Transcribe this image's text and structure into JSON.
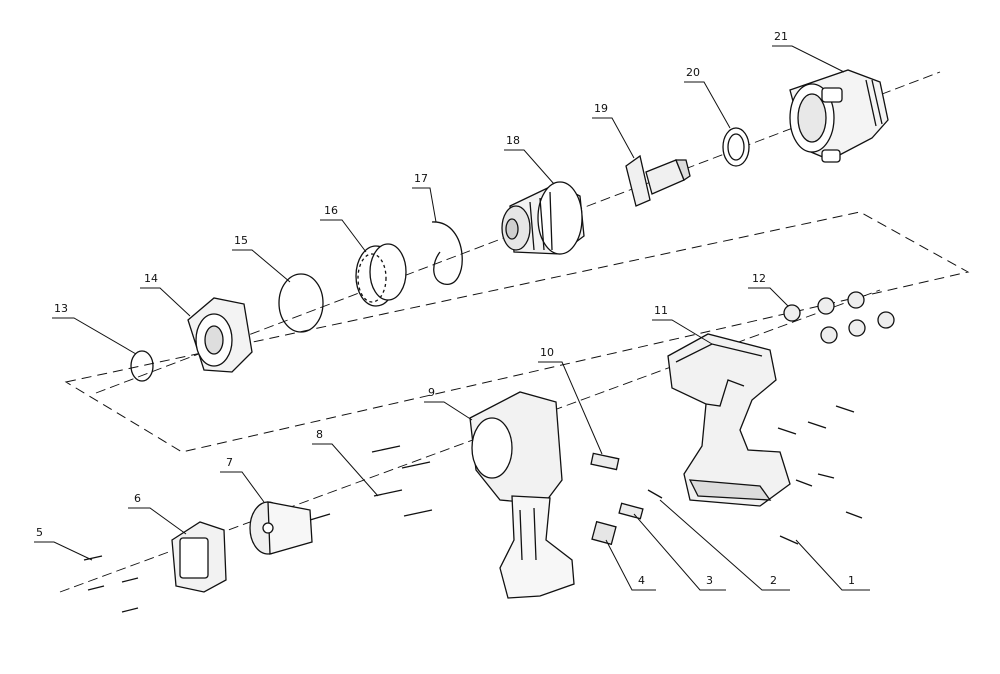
{
  "callouts": [
    {
      "id": "1",
      "label": "1",
      "part": "screw"
    },
    {
      "id": "2",
      "label": "2",
      "part": "spring"
    },
    {
      "id": "3",
      "label": "3",
      "part": "switch-slider"
    },
    {
      "id": "4",
      "label": "4",
      "part": "forward-reverse-button"
    },
    {
      "id": "5",
      "label": "5",
      "part": "screw"
    },
    {
      "id": "6",
      "label": "6",
      "part": "rear-cover"
    },
    {
      "id": "7",
      "label": "7",
      "part": "rotor"
    },
    {
      "id": "8",
      "label": "8",
      "part": "screw"
    },
    {
      "id": "9",
      "label": "9",
      "part": "stator-housing"
    },
    {
      "id": "10",
      "label": "10",
      "part": "led-lamp"
    },
    {
      "id": "11",
      "label": "11",
      "part": "housing"
    },
    {
      "id": "12",
      "label": "12",
      "part": "screw-plug"
    },
    {
      "id": "13",
      "label": "13",
      "part": "o-ring"
    },
    {
      "id": "14",
      "label": "14",
      "part": "gear-carrier"
    },
    {
      "id": "15",
      "label": "15",
      "part": "o-ring"
    },
    {
      "id": "16",
      "label": "16",
      "part": "ring-gear"
    },
    {
      "id": "17",
      "label": "17",
      "part": "retaining-ring"
    },
    {
      "id": "18",
      "label": "18",
      "part": "hammer-assembly"
    },
    {
      "id": "19",
      "label": "19",
      "part": "anvil"
    },
    {
      "id": "20",
      "label": "20",
      "part": "washer"
    },
    {
      "id": "21",
      "label": "21",
      "part": "front-housing"
    }
  ]
}
